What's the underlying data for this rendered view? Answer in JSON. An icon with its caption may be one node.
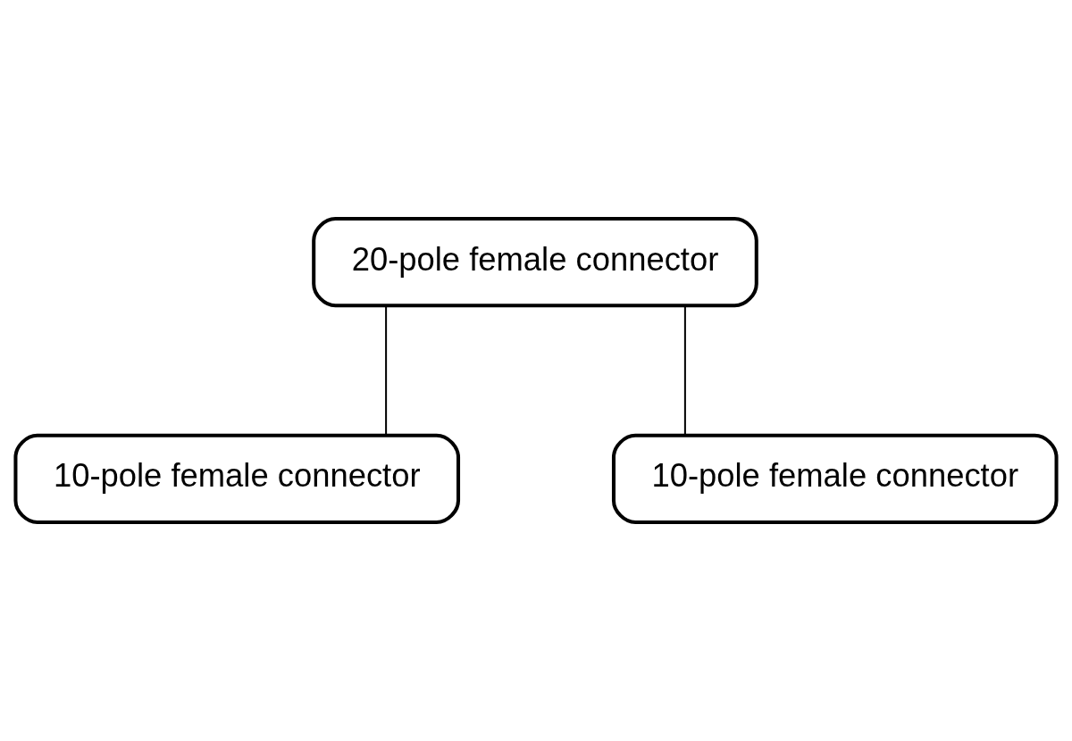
{
  "diagram": {
    "nodes": [
      {
        "text": [
          "20-pole female connector"
        ]
      },
      {
        "text": [
          "10-pole female connector"
        ]
      },
      {
        "text": [
          "10-pole female connector"
        ]
      }
    ],
    "edges": [
      {
        "from": 0,
        "to": 1,
        "arrow": "none"
      },
      {
        "from": 0,
        "to": 2,
        "arrow": "none"
      }
    ]
  }
}
